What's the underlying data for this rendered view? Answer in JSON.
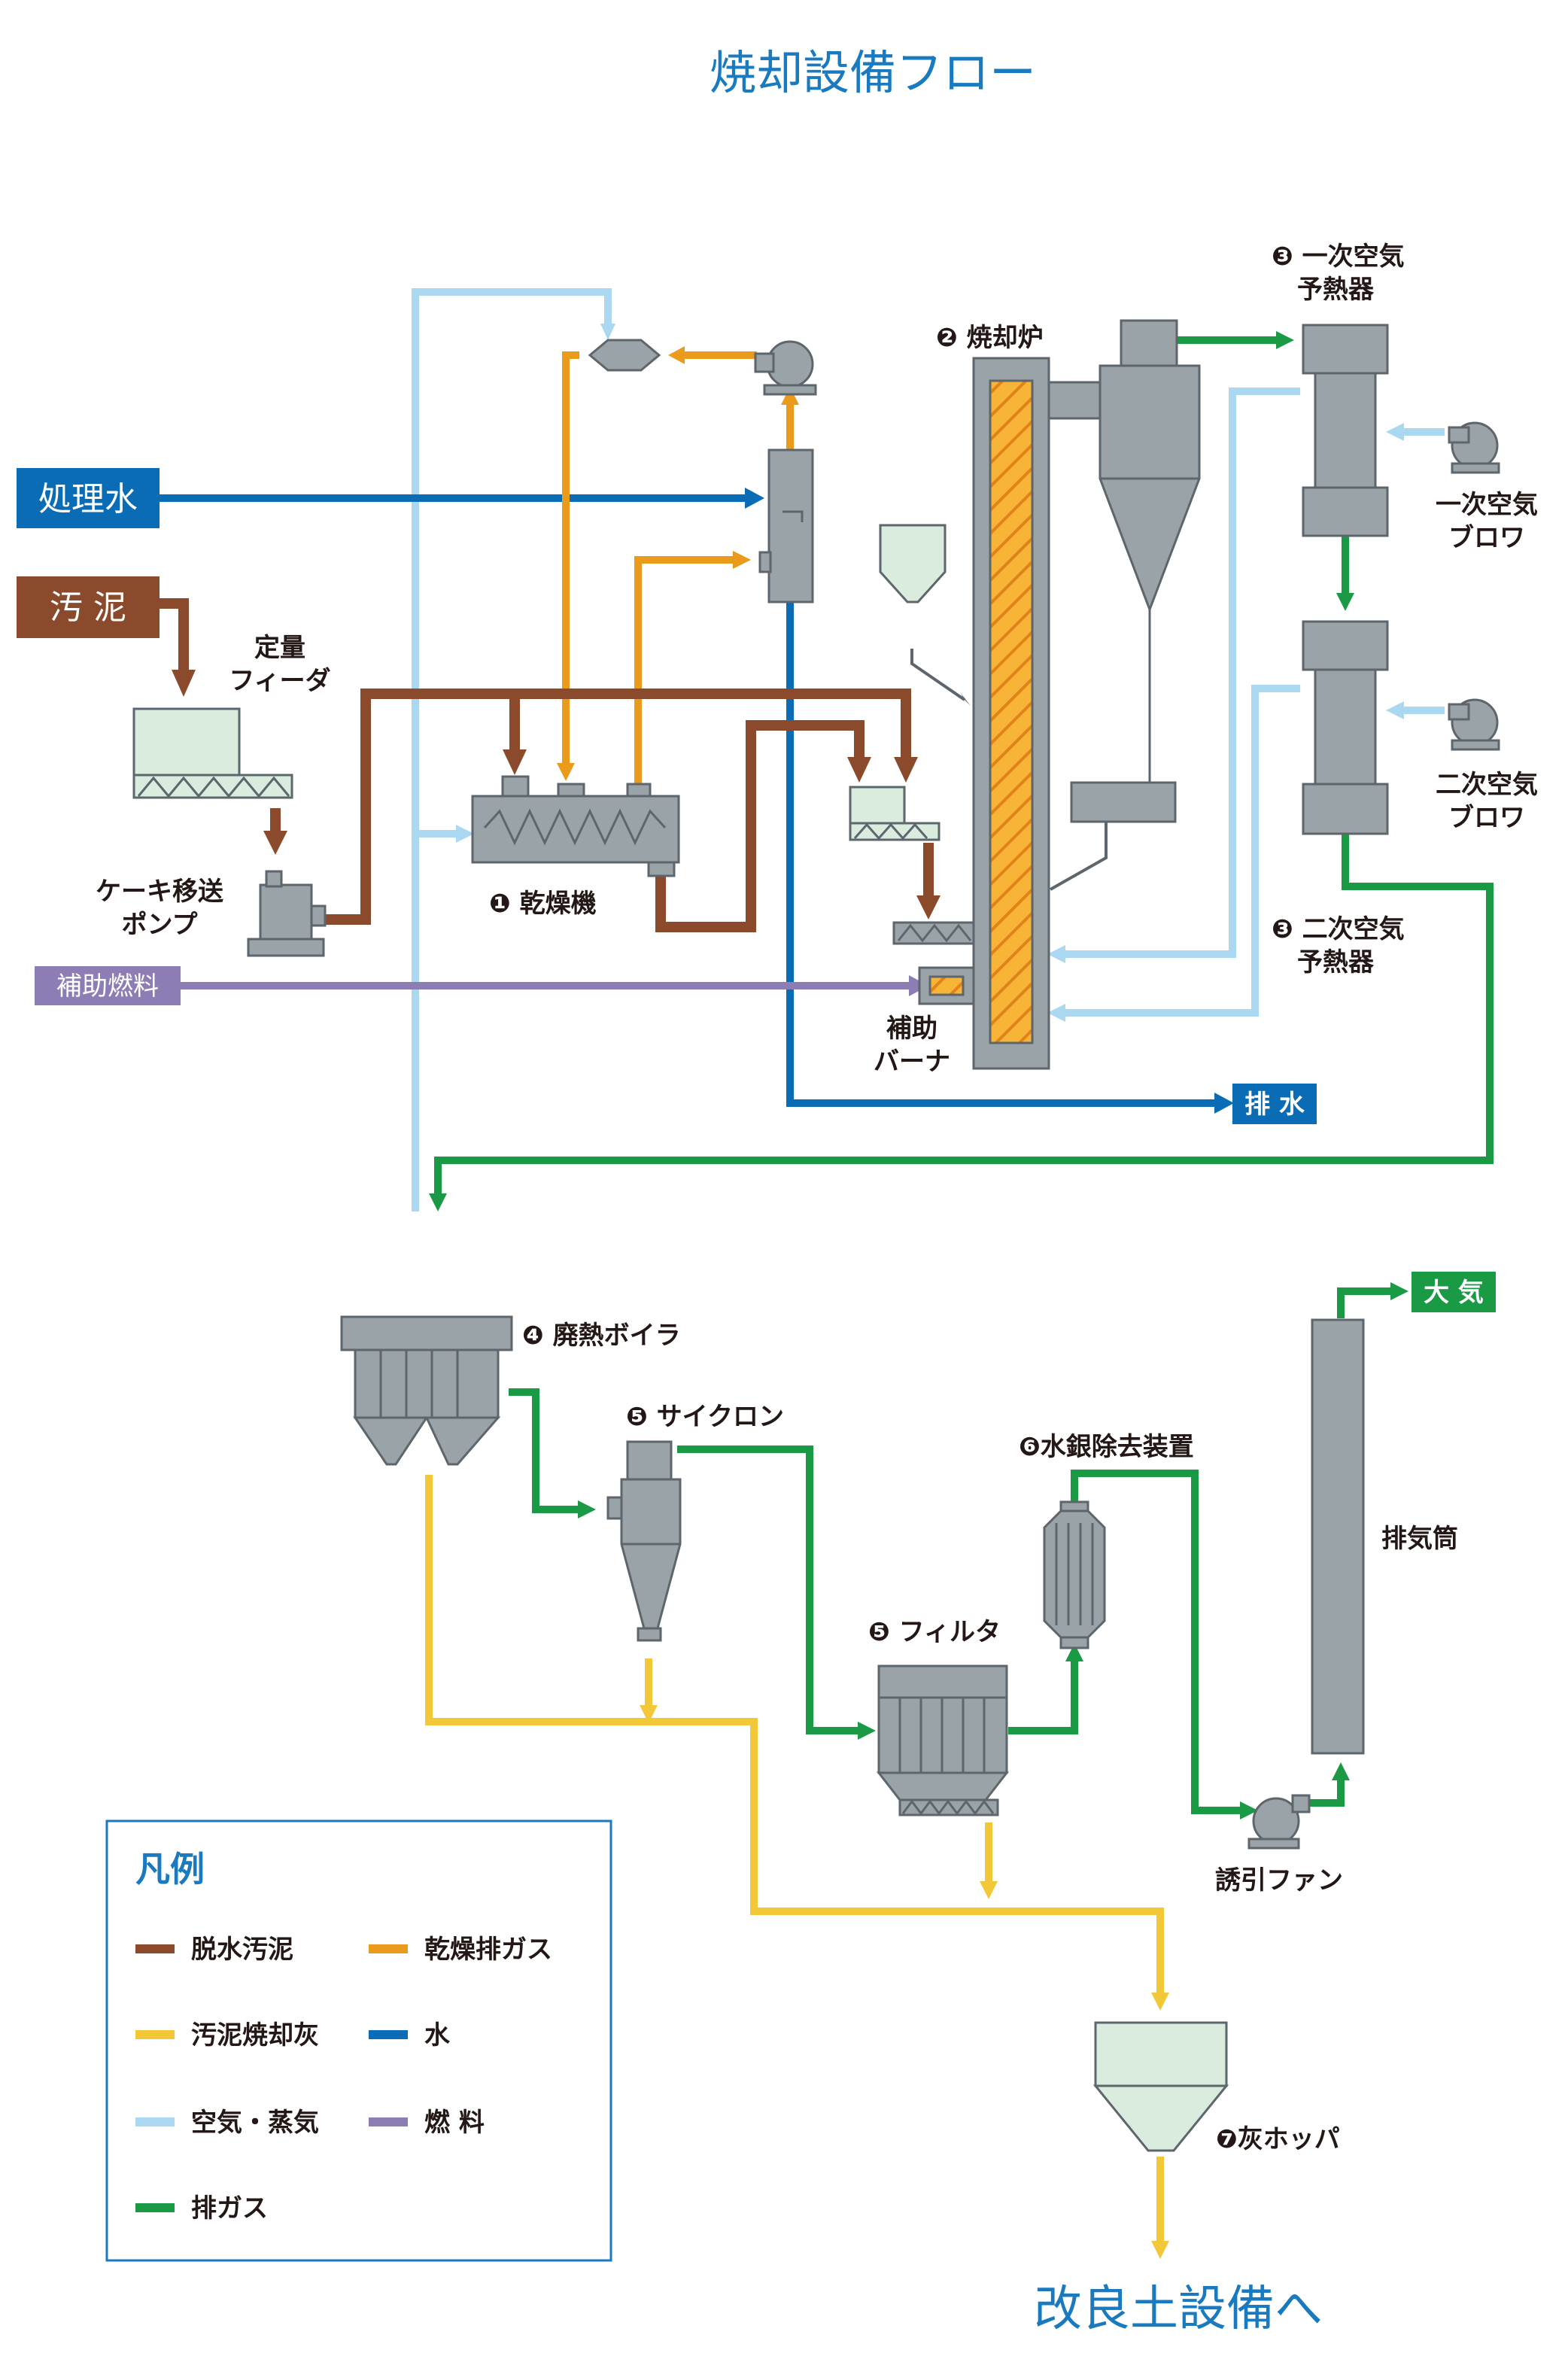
{
  "title": "焼却設備フロー",
  "footer": "改良土設備へ",
  "colors": {
    "sludge": "#8b4a2b",
    "dryer_gas": "#eb9b1b",
    "ash": "#f2c838",
    "water": "#0a6cb5",
    "air_steam": "#a9d8f0",
    "fuel": "#8c7db5",
    "exhaust": "#1a9a45",
    "equipment": "#9aa3a8",
    "equipment_stroke": "#5d666c",
    "tank": "#d9ecde",
    "legend_title": "#1a7abf"
  },
  "inputs": {
    "treated_water": "処理水",
    "sludge": "汚 泥",
    "aux_fuel": "補助燃料"
  },
  "outputs": {
    "drain": "排 水",
    "atmosphere": "大 気"
  },
  "labels": {
    "feeder_1": "定量",
    "feeder_2": "フィーダ",
    "cake_pump_1": "ケーキ移送",
    "cake_pump_2": "ポンプ",
    "dryer": "❶ 乾燥機",
    "incinerator": "❷ 焼却炉",
    "primary_preheater_1": "❸ 一次空気",
    "primary_preheater_2": "予熱器",
    "primary_blower_1": "一次空気",
    "primary_blower_2": "ブロワ",
    "secondary_blower_1": "二次空気",
    "secondary_blower_2": "ブロワ",
    "secondary_preheater_1": "❸ 二次空気",
    "secondary_preheater_2": "予熱器",
    "aux_burner_1": "補助",
    "aux_burner_2": "バーナ",
    "boiler": "❹ 廃熱ボイラ",
    "cyclone": "❺ サイクロン",
    "filter": "❺ フィルタ",
    "mercury_removal": "❻水銀除去装置",
    "stack": "排気筒",
    "id_fan": "誘引ファン",
    "ash_hopper": "❼灰ホッパ"
  },
  "legend": {
    "title": "凡例",
    "items": [
      {
        "label": "脱水汚泥",
        "color": "#8b4a2b"
      },
      {
        "label": "乾燥排ガス",
        "color": "#eb9b1b"
      },
      {
        "label": "汚泥焼却灰",
        "color": "#f2c838"
      },
      {
        "label": "水",
        "color": "#0a6cb5"
      },
      {
        "label": "空気・蒸気",
        "color": "#a9d8f0"
      },
      {
        "label": "燃 料",
        "color": "#8c7db5"
      },
      {
        "label": "排ガス",
        "color": "#1a9a45"
      }
    ]
  }
}
